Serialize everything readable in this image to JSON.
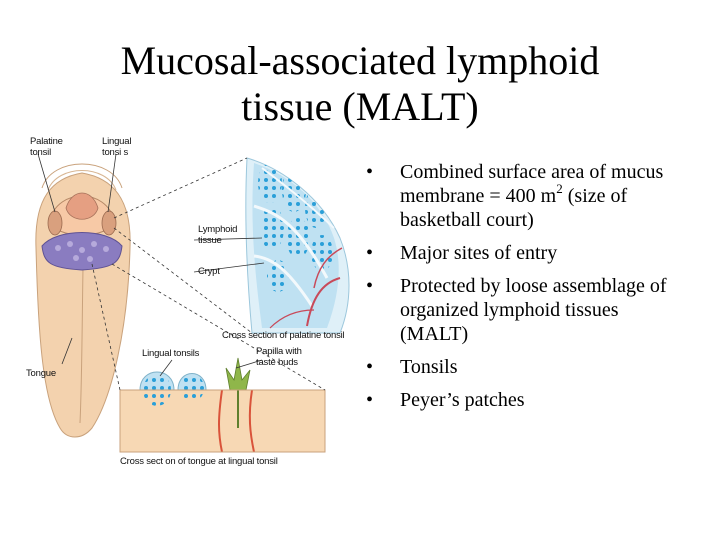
{
  "title": {
    "line1": "Mucosal-associated lymphoid",
    "line2": "tissue (MALT)"
  },
  "bullets": [
    {
      "text": "Combined surface area of mucus membrane = 400 m",
      "sup": "2",
      "tail": " (size of basketball court)"
    },
    {
      "text": "Major sites of entry"
    },
    {
      "text": "Protected by loose assemblage of organized lymphoid tissues (MALT)"
    },
    {
      "text": "Tonsils"
    },
    {
      "text": "Peyer’s patches"
    }
  ],
  "figure": {
    "labels": {
      "palatine": [
        "Palatine",
        "tonsil"
      ],
      "lingual_top": [
        "Lingual",
        "tonsi s"
      ],
      "lymphoid": [
        "Lymphoid",
        "tissue"
      ],
      "crypt": "Crypt",
      "cross_palatine": "Cross section of palatine tonsil",
      "lingual_tonsils": "Lingual tonsils",
      "papilla": [
        "Papilla with",
        "taste buds"
      ],
      "tongue": "Tongue",
      "cross_tongue": "Cross sect on of tongue at lingual tonsil"
    },
    "colors": {
      "tongue": "#f3d2ae",
      "tonsil_purple": "#8a7cc0",
      "tissue_blue": "#bfe1f2",
      "follicle": "#2a9fd8",
      "vessel_red": "#c84a5a",
      "papilla_green": "#8fb64a",
      "papilla_red": "#d9533a"
    }
  }
}
